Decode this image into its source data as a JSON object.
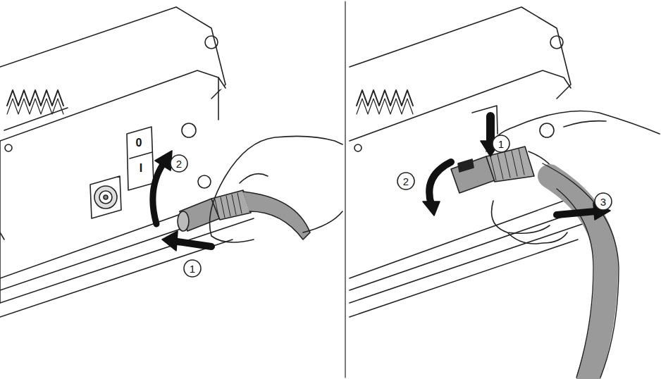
{
  "diagram": {
    "labels": [
      "0",
      "I",
      "2",
      "1",
      "1",
      "2",
      "3"
    ]
  }
}
